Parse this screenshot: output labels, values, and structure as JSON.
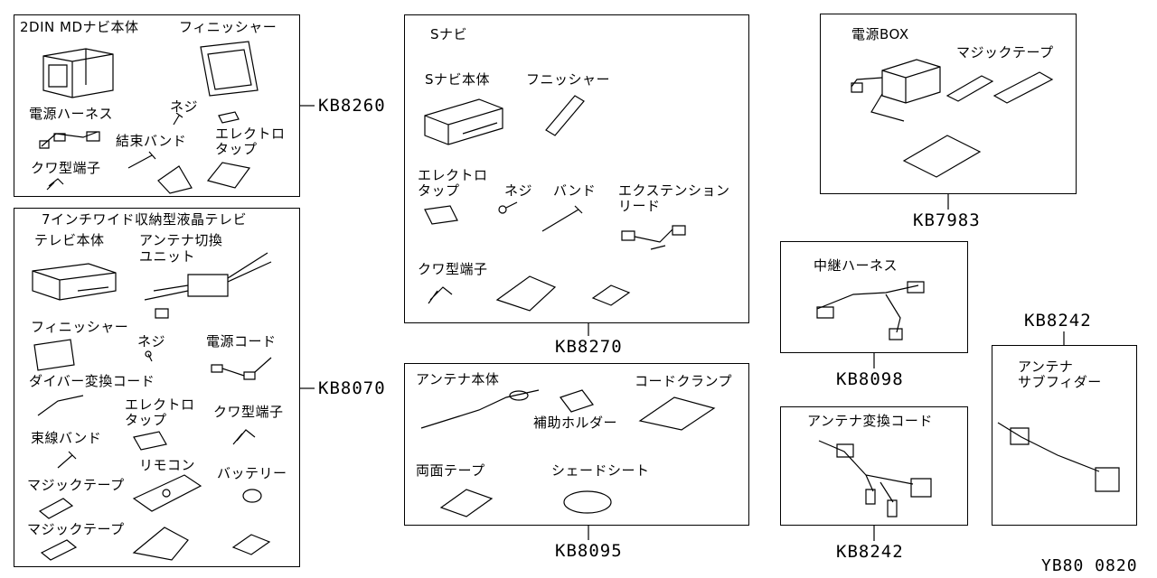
{
  "diagram_code": "YB80 0820",
  "kits": {
    "kb8260": {
      "code": "KB8260",
      "parts": {
        "navi_unit": "2DIN MDナビ本体",
        "finisher": "フィニッシャー",
        "power_harness": "電源ハーネス",
        "screw": "ネジ",
        "tie_band": "結束バンド",
        "electro_tap_1": "エレクトロ",
        "electro_tap_2": "タップ",
        "spade_terminal": "クワ型端子"
      }
    },
    "kb8070": {
      "code": "KB8070",
      "title": "7インチワイド収納型液晶テレビ",
      "parts": {
        "tv_unit": "テレビ本体",
        "antenna_switch_1": "アンテナ切換",
        "antenna_switch_2": "ユニット",
        "finisher": "フィニッシャー",
        "screw": "ネジ",
        "power_cord": "電源コード",
        "diversity_cord": "ダイバー変換コード",
        "electro_tap_1": "エレクトロ",
        "electro_tap_2": "タップ",
        "spade_terminal": "クワ型端子",
        "wire_band": "束線バンド",
        "remote": "リモコン",
        "battery": "バッテリー",
        "velcro_1": "マジックテープ",
        "velcro_2": "マジックテープ"
      }
    },
    "kb8270": {
      "code": "KB8270",
      "title": "Sナビ",
      "parts": {
        "navi_unit": "Sナビ本体",
        "finisher": "フニッシャー",
        "electro_tap_1": "エレクトロ",
        "electro_tap_2": "タップ",
        "screw": "ネジ",
        "band": "バンド",
        "extension_1": "エクステンション",
        "extension_2": "リード",
        "spade_terminal": "クワ型端子"
      }
    },
    "kb8095": {
      "code": "KB8095",
      "parts": {
        "antenna_unit": "アンテナ本体",
        "aux_holder": "補助ホルダー",
        "cord_clamp": "コードクランプ",
        "double_tape": "両面テープ",
        "shade_sheet": "シェードシート"
      }
    },
    "kb7983": {
      "code": "KB7983",
      "parts": {
        "power_box": "電源BOX",
        "velcro": "マジックテープ"
      }
    },
    "kb8098": {
      "code": "KB8098",
      "parts": {
        "relay_harness": "中継ハーネス"
      }
    },
    "kb8242a": {
      "code": "KB8242",
      "parts": {
        "antenna_conv_cord": "アンテナ変換コード"
      }
    },
    "kb8242b": {
      "code": "KB8242",
      "parts": {
        "antenna_sub_1": "アンテナ",
        "antenna_sub_2": "サブフィダー"
      }
    }
  }
}
